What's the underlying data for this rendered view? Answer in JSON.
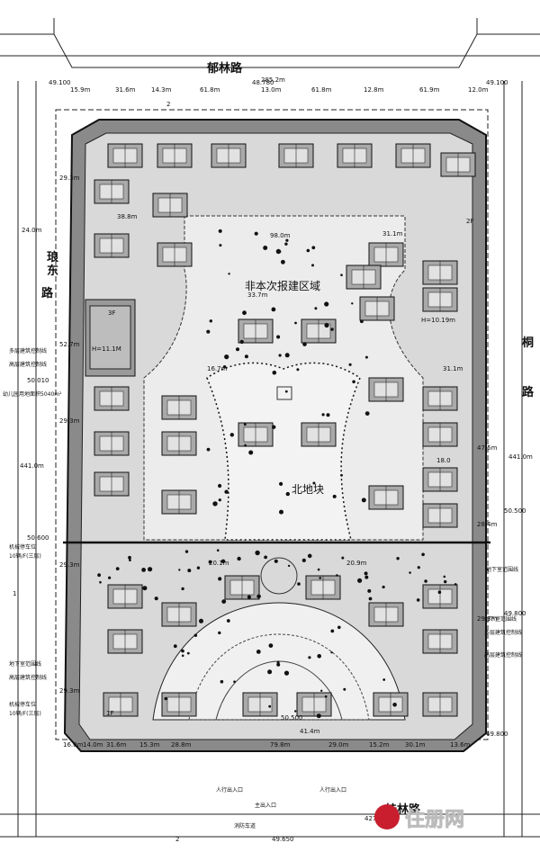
{
  "roads": {
    "north": "郁林路",
    "west": [
      "琅",
      "东",
      "路"
    ],
    "east": [
      "桐",
      "路"
    ],
    "south": "桂林路"
  },
  "zones": {
    "non_build": "非本次报建区域",
    "north_block": "北地块"
  },
  "dimensions": {
    "top": [
      "49.100",
      "48.780",
      "15.9m",
      "31.6m",
      "14.3m",
      "61.8m",
      "13.0m",
      "61.8m",
      "12.8m",
      "61.9m",
      "12.0m",
      "285.2m",
      "49.100"
    ],
    "bottom": [
      "16.0m",
      "14.0m",
      "31.6m",
      "15.3m",
      "28.8m",
      "79.8m",
      "29.0m",
      "15.2m",
      "30.1m",
      "13.6m",
      "49.800",
      "427m",
      "49.650"
    ],
    "left": [
      "24.0m",
      "29.3m",
      "441.0m",
      "52.7m",
      "29.3m",
      "50.010",
      "50.600"
    ],
    "right": [
      "441.0m",
      "47.5m",
      "28.4m",
      "29.3m",
      "50.500",
      "49.800"
    ],
    "inner": [
      "38.8m",
      "98.0m",
      "31.1m",
      "33.7m",
      "16.7m",
      "31.1m",
      "29.3m",
      "29.3m",
      "20.1m",
      "20.9m",
      "41.4m",
      "50.500",
      "H=11.1M",
      "H=10.19m",
      "2F",
      "3F",
      "1F",
      "18.0"
    ]
  },
  "annotations": {
    "kindergarten": "幼儿园用地面积5040m²",
    "basement": "地下室范围线",
    "entrance": "人行出入口",
    "vehicle_entrance": "主出入口",
    "fire_lane": "消防车道",
    "section": "2",
    "section_left": "1",
    "left_notes": [
      "多层建筑控制线",
      "高层建筑控制线",
      "机械停车位",
      "10辆/F(三层)",
      "地下室范围线",
      "高层建筑控制线",
      "机械停车位",
      "10辆/F(三层)"
    ],
    "right_notes": [
      "地下室范围线",
      "多层建筑控制线",
      "高层建筑控制线"
    ]
  },
  "watermark": {
    "brand": "住册网"
  }
}
